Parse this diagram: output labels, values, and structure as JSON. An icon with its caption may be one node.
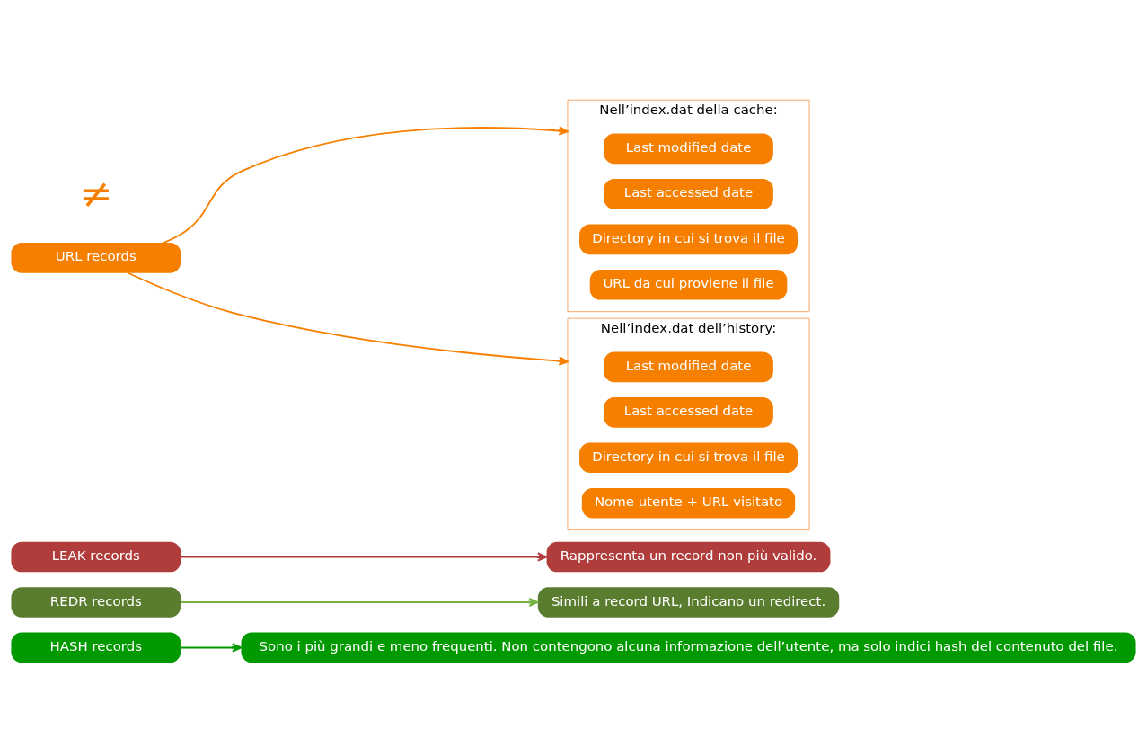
{
  "diagram": {
    "nodes": [
      {
        "text": [
          "HASH records"
        ]
      },
      {
        "text": [
          "REDR records"
        ]
      },
      {
        "text": [
          "LEAK records"
        ]
      },
      {
        "text": [
          "URL records"
        ]
      },
      {
        "text": [
          "Sono i più grandi e meno frequenti. Non contengono alcuna informazione dell’utente, ma solo indici hash del contenuto del file."
        ]
      },
      {
        "text": [
          "Simili a record URL, Indicano un redirect."
        ]
      },
      {
        "text": [
          "Rappresenta un record non più valido."
        ]
      },
      {
        "text": [
          "Nell’index.dat della cache:"
        ]
      },
      {
        "text": [
          "Last modified date"
        ],
        "in": 7
      },
      {
        "text": [
          "Last accessed date"
        ],
        "in": 7
      },
      {
        "text": [
          "Directory in cui si trova il file"
        ],
        "in": 7
      },
      {
        "text": [
          "URL da cui proviene il file"
        ],
        "in": 7
      },
      {
        "text": [
          "Nell’index.dat dell’history:"
        ]
      },
      {
        "text": [
          "Last modified date"
        ],
        "in": 12
      },
      {
        "text": [
          "Last accessed date"
        ],
        "in": 12
      },
      {
        "text": [
          "Directory in cui si trova il file"
        ],
        "in": 12
      },
      {
        "text": [
          "Nome utente + URL visitato"
        ],
        "in": 12
      }
    ],
    "edges": [
      {
        "from": 0,
        "to": 4,
        "arrow": "to",
        "color": "#009a00"
      },
      {
        "from": 1,
        "to": 5,
        "arrow": "to",
        "color": "#77b043"
      },
      {
        "from": 2,
        "to": 6,
        "arrow": "to",
        "color": "#b03c3c"
      },
      {
        "from": 3,
        "to": 7,
        "arrow": "to",
        "color": "#f77f00"
      },
      {
        "from": 3,
        "to": 12,
        "arrow": "to",
        "color": "#f77f00"
      }
    ],
    "labels": [
      "≠"
    ]
  }
}
